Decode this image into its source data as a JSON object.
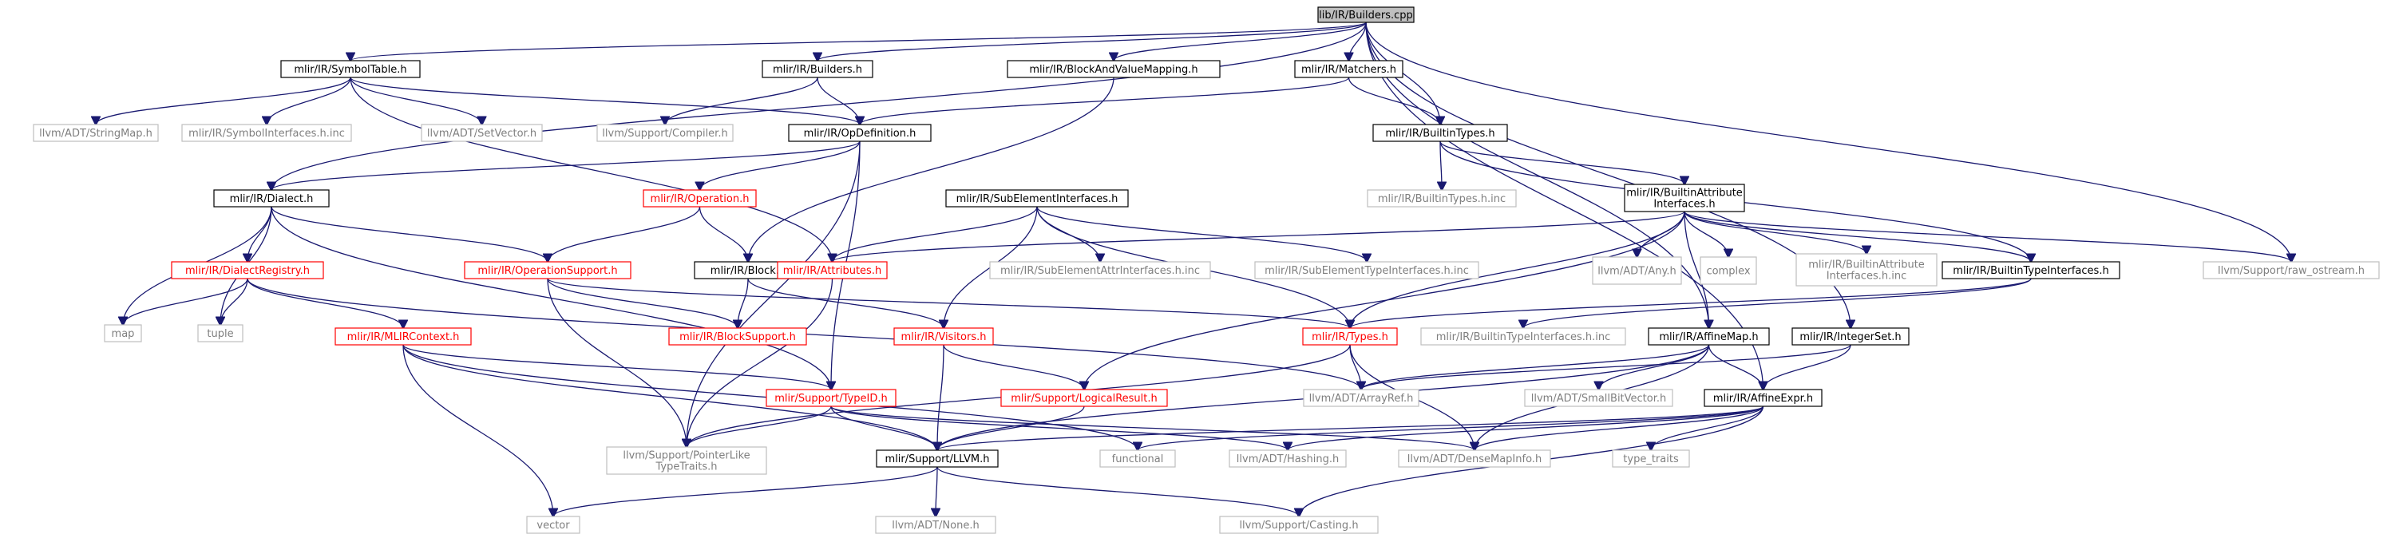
{
  "colors": {
    "edge": "#191970",
    "root_fill": "#bfbfbf",
    "documented_border": "#000000",
    "incomplete_border": "#ff0000",
    "external_border": "#bfbfbf",
    "external_text": "#7f7f7f"
  },
  "graph": {
    "nodes": [
      {
        "id": "root",
        "label": [
          "lib/IR/Builders.cpp"
        ],
        "kind": "root"
      },
      {
        "id": "symtab",
        "label": [
          "mlir/IR/SymbolTable.h"
        ],
        "kind": "black"
      },
      {
        "id": "builders",
        "label": [
          "mlir/IR/Builders.h"
        ],
        "kind": "black"
      },
      {
        "id": "bavm",
        "label": [
          "mlir/IR/BlockAndValueMapping.h"
        ],
        "kind": "black"
      },
      {
        "id": "matchers",
        "label": [
          "mlir/IR/Matchers.h"
        ],
        "kind": "black"
      },
      {
        "id": "stringmap",
        "label": [
          "llvm/ADT/StringMap.h"
        ],
        "kind": "gray"
      },
      {
        "id": "symiface",
        "label": [
          "mlir/IR/SymbolInterfaces.h.inc"
        ],
        "kind": "gray"
      },
      {
        "id": "setvector",
        "label": [
          "llvm/ADT/SetVector.h"
        ],
        "kind": "gray"
      },
      {
        "id": "compiler",
        "label": [
          "llvm/Support/Compiler.h"
        ],
        "kind": "gray"
      },
      {
        "id": "opdef",
        "label": [
          "mlir/IR/OpDefinition.h"
        ],
        "kind": "black"
      },
      {
        "id": "builtintypes",
        "label": [
          "mlir/IR/BuiltinTypes.h"
        ],
        "kind": "black"
      },
      {
        "id": "dialect",
        "label": [
          "mlir/IR/Dialect.h"
        ],
        "kind": "black"
      },
      {
        "id": "operation",
        "label": [
          "mlir/IR/Operation.h"
        ],
        "kind": "red"
      },
      {
        "id": "subelem",
        "label": [
          "mlir/IR/SubElementInterfaces.h"
        ],
        "kind": "black"
      },
      {
        "id": "builtintypesinc",
        "label": [
          "mlir/IR/BuiltinTypes.h.inc"
        ],
        "kind": "gray"
      },
      {
        "id": "battr",
        "label": [
          "mlir/IR/BuiltinAttribute",
          "Interfaces.h"
        ],
        "kind": "black"
      },
      {
        "id": "dialreg",
        "label": [
          "mlir/IR/DialectRegistry.h"
        ],
        "kind": "red"
      },
      {
        "id": "opsupport",
        "label": [
          "mlir/IR/OperationSupport.h"
        ],
        "kind": "red"
      },
      {
        "id": "block",
        "label": [
          "mlir/IR/Block.h"
        ],
        "kind": "black"
      },
      {
        "id": "attributes",
        "label": [
          "mlir/IR/Attributes.h"
        ],
        "kind": "red"
      },
      {
        "id": "seattrinc",
        "label": [
          "mlir/IR/SubElementAttrInterfaces.h.inc"
        ],
        "kind": "gray"
      },
      {
        "id": "setypeinc",
        "label": [
          "mlir/IR/SubElementTypeInterfaces.h.inc"
        ],
        "kind": "gray"
      },
      {
        "id": "any",
        "label": [
          "llvm/ADT/Any.h"
        ],
        "kind": "gray"
      },
      {
        "id": "complex",
        "label": [
          "complex"
        ],
        "kind": "gray"
      },
      {
        "id": "battrinc",
        "label": [
          "mlir/IR/BuiltinAttribute",
          "Interfaces.h.inc"
        ],
        "kind": "gray"
      },
      {
        "id": "btypeiface",
        "label": [
          "mlir/IR/BuiltinTypeInterfaces.h"
        ],
        "kind": "black"
      },
      {
        "id": "rawostream",
        "label": [
          "llvm/Support/raw_ostream.h"
        ],
        "kind": "gray"
      },
      {
        "id": "map",
        "label": [
          "map"
        ],
        "kind": "gray"
      },
      {
        "id": "tuple",
        "label": [
          "tuple"
        ],
        "kind": "gray"
      },
      {
        "id": "mlircontext",
        "label": [
          "mlir/IR/MLIRContext.h"
        ],
        "kind": "red"
      },
      {
        "id": "blocksupport",
        "label": [
          "mlir/IR/BlockSupport.h"
        ],
        "kind": "red"
      },
      {
        "id": "visitors",
        "label": [
          "mlir/IR/Visitors.h"
        ],
        "kind": "red"
      },
      {
        "id": "types",
        "label": [
          "mlir/IR/Types.h"
        ],
        "kind": "red"
      },
      {
        "id": "btypeifaceinc",
        "label": [
          "mlir/IR/BuiltinTypeInterfaces.h.inc"
        ],
        "kind": "gray"
      },
      {
        "id": "affinemap",
        "label": [
          "mlir/IR/AffineMap.h"
        ],
        "kind": "black"
      },
      {
        "id": "integerset",
        "label": [
          "mlir/IR/IntegerSet.h"
        ],
        "kind": "black"
      },
      {
        "id": "logicalresult",
        "label": [
          "mlir/Support/LogicalResult.h"
        ],
        "kind": "red"
      },
      {
        "id": "arrayref",
        "label": [
          "llvm/ADT/ArrayRef.h"
        ],
        "kind": "gray"
      },
      {
        "id": "smallbitvector",
        "label": [
          "llvm/ADT/SmallBitVector.h"
        ],
        "kind": "gray"
      },
      {
        "id": "affineexpr",
        "label": [
          "mlir/IR/AffineExpr.h"
        ],
        "kind": "black"
      },
      {
        "id": "typeid",
        "label": [
          "mlir/Support/TypeID.h"
        ],
        "kind": "red"
      },
      {
        "id": "pointerlike",
        "label": [
          "llvm/Support/PointerLike",
          "TypeTraits.h"
        ],
        "kind": "gray"
      },
      {
        "id": "functional",
        "label": [
          "functional"
        ],
        "kind": "gray"
      },
      {
        "id": "hashing",
        "label": [
          "llvm/ADT/Hashing.h"
        ],
        "kind": "gray"
      },
      {
        "id": "densemapinfo",
        "label": [
          "llvm/ADT/DenseMapInfo.h"
        ],
        "kind": "gray"
      },
      {
        "id": "typetraits",
        "label": [
          "type_traits"
        ],
        "kind": "gray"
      },
      {
        "id": "mlirllvm",
        "label": [
          "mlir/Support/LLVM.h"
        ],
        "kind": "black"
      },
      {
        "id": "vector",
        "label": [
          "vector"
        ],
        "kind": "gray"
      },
      {
        "id": "none",
        "label": [
          "llvm/ADT/None.h"
        ],
        "kind": "gray"
      },
      {
        "id": "casting",
        "label": [
          "llvm/Support/Casting.h"
        ],
        "kind": "gray"
      }
    ],
    "edges": [
      [
        "root",
        "symtab"
      ],
      [
        "root",
        "builders"
      ],
      [
        "root",
        "bavm"
      ],
      [
        "root",
        "matchers"
      ],
      [
        "root",
        "builtintypes"
      ],
      [
        "root",
        "dialect"
      ],
      [
        "root",
        "rawostream"
      ],
      [
        "root",
        "integerset"
      ],
      [
        "root",
        "affinemap"
      ],
      [
        "root",
        "affineexpr"
      ],
      [
        "symtab",
        "stringmap"
      ],
      [
        "symtab",
        "symiface"
      ],
      [
        "symtab",
        "setvector"
      ],
      [
        "symtab",
        "opdef"
      ],
      [
        "symtab",
        "attributes"
      ],
      [
        "builders",
        "compiler"
      ],
      [
        "builders",
        "opdef"
      ],
      [
        "bavm",
        "block"
      ],
      [
        "matchers",
        "opdef"
      ],
      [
        "matchers",
        "builtintypes"
      ],
      [
        "opdef",
        "dialect"
      ],
      [
        "opdef",
        "operation"
      ],
      [
        "opdef",
        "pointerlike"
      ],
      [
        "opdef",
        "typeid"
      ],
      [
        "builtintypes",
        "builtintypesinc"
      ],
      [
        "builtintypes",
        "battr"
      ],
      [
        "builtintypes",
        "btypeiface"
      ],
      [
        "dialect",
        "dialreg"
      ],
      [
        "dialect",
        "opsupport"
      ],
      [
        "dialect",
        "map"
      ],
      [
        "dialect",
        "tuple"
      ],
      [
        "dialect",
        "typeid"
      ],
      [
        "operation",
        "opsupport"
      ],
      [
        "operation",
        "block"
      ],
      [
        "subelem",
        "attributes"
      ],
      [
        "subelem",
        "seattrinc"
      ],
      [
        "subelem",
        "setypeinc"
      ],
      [
        "subelem",
        "types"
      ],
      [
        "subelem",
        "visitors"
      ],
      [
        "battr",
        "attributes"
      ],
      [
        "battr",
        "any"
      ],
      [
        "battr",
        "complex"
      ],
      [
        "battr",
        "battrinc"
      ],
      [
        "battr",
        "btypeiface"
      ],
      [
        "battr",
        "rawostream"
      ],
      [
        "battr",
        "types"
      ],
      [
        "battr",
        "affinemap"
      ],
      [
        "battr",
        "logicalresult"
      ],
      [
        "dialreg",
        "map"
      ],
      [
        "dialreg",
        "tuple"
      ],
      [
        "dialreg",
        "mlircontext"
      ],
      [
        "dialreg",
        "arrayref"
      ],
      [
        "opsupport",
        "blocksupport"
      ],
      [
        "opsupport",
        "types"
      ],
      [
        "opsupport",
        "pointerlike"
      ],
      [
        "block",
        "blocksupport"
      ],
      [
        "block",
        "visitors"
      ],
      [
        "attributes",
        "pointerlike"
      ],
      [
        "btypeiface",
        "types"
      ],
      [
        "btypeiface",
        "btypeifaceinc"
      ],
      [
        "mlircontext",
        "vector"
      ],
      [
        "mlircontext",
        "typeid"
      ],
      [
        "mlircontext",
        "mlirllvm"
      ],
      [
        "mlircontext",
        "functional"
      ],
      [
        "visitors",
        "logicalresult"
      ],
      [
        "visitors",
        "mlirllvm"
      ],
      [
        "types",
        "arrayref"
      ],
      [
        "types",
        "densemapinfo"
      ],
      [
        "types",
        "pointerlike"
      ],
      [
        "affinemap",
        "arrayref"
      ],
      [
        "affinemap",
        "smallbitvector"
      ],
      [
        "affinemap",
        "affineexpr"
      ],
      [
        "affinemap",
        "densemapinfo"
      ],
      [
        "affinemap",
        "mlirllvm"
      ],
      [
        "integerset",
        "affineexpr"
      ],
      [
        "integerset",
        "arrayref"
      ],
      [
        "logicalresult",
        "mlirllvm"
      ],
      [
        "affineexpr",
        "mlirllvm"
      ],
      [
        "affineexpr",
        "functional"
      ],
      [
        "affineexpr",
        "hashing"
      ],
      [
        "affineexpr",
        "densemapinfo"
      ],
      [
        "affineexpr",
        "typetraits"
      ],
      [
        "affineexpr",
        "casting"
      ],
      [
        "typeid",
        "mlirllvm"
      ],
      [
        "typeid",
        "hashing"
      ],
      [
        "typeid",
        "pointerlike"
      ],
      [
        "typeid",
        "densemapinfo"
      ],
      [
        "mlirllvm",
        "vector"
      ],
      [
        "mlirllvm",
        "none"
      ],
      [
        "mlirllvm",
        "casting"
      ]
    ]
  }
}
